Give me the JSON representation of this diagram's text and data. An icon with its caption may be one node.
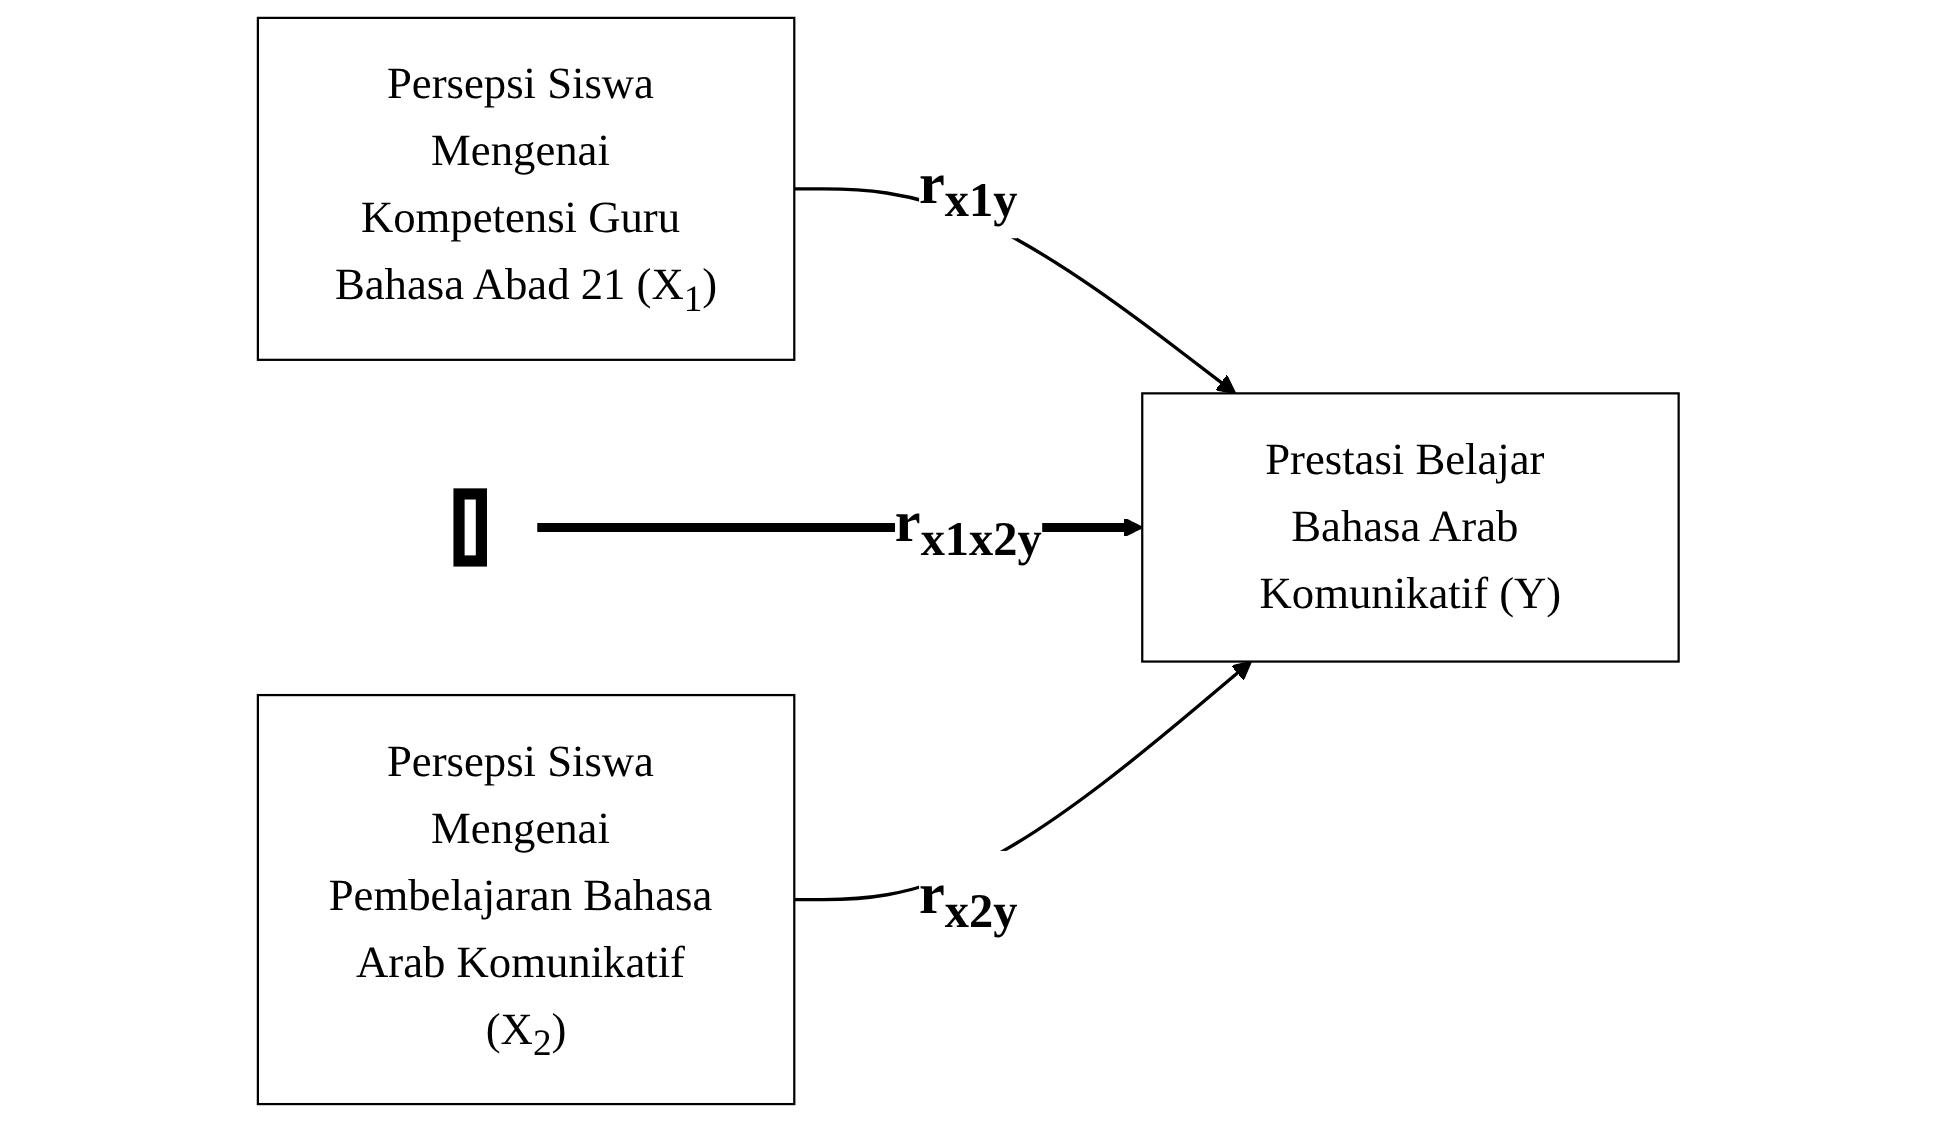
{
  "diagram": {
    "nodes": [
      {
        "text": [
          "Persepsi Siswa Mengenai Kompetensi Guru Bahasa Abad 21 (X$_{1}$)"
        ]
      },
      {
        "text": [
          "Persepsi Siswa Mengenai Pembelajaran Bahasa Arab Komunikatif (X$_{2}$)"
        ]
      },
      {
        "text": [],
        "shape": "bracket"
      },
      {
        "text": [
          "Prestasi Belajar Bahasa Arab Komunikatif (Y)"
        ]
      }
    ],
    "edges": [
      {
        "from": 0,
        "to": 3,
        "arrow": "to",
        "label": "r$_{x1y}$"
      },
      {
        "from": 2,
        "to": 3,
        "arrow": "to",
        "label": "r$_{x1x2y}$",
        "style": "thick"
      },
      {
        "from": 1,
        "to": 3,
        "arrow": "to",
        "label": "r$_{x2y}$"
      }
    ]
  }
}
